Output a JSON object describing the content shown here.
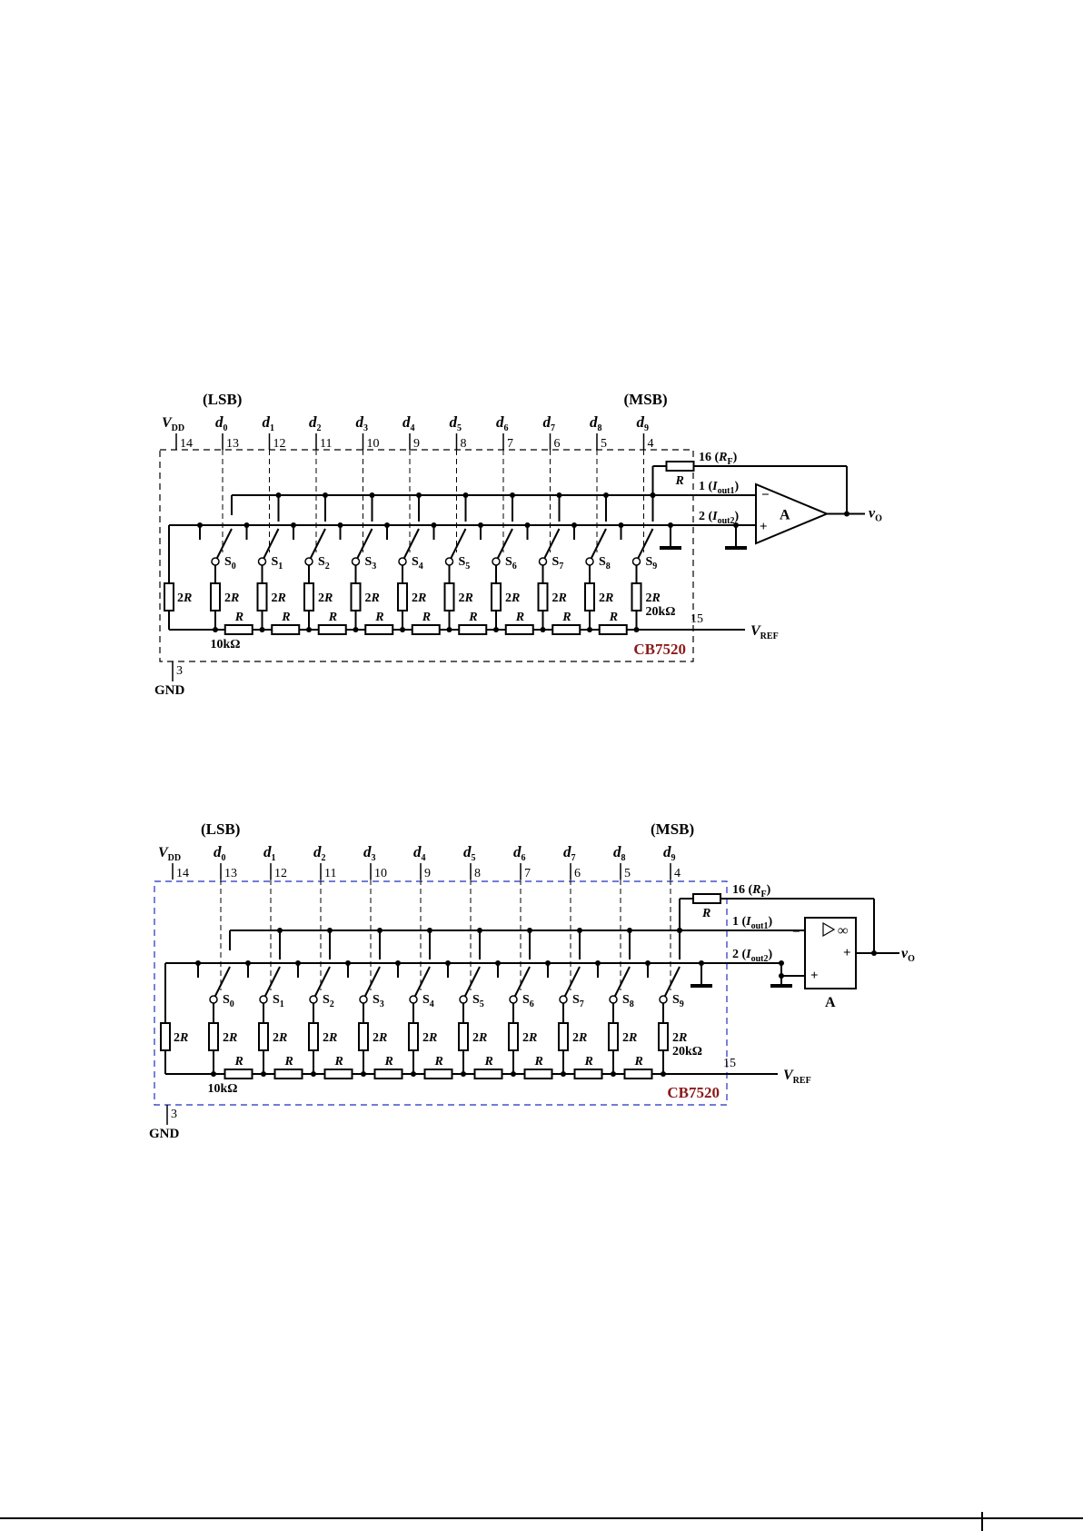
{
  "diagrams": [
    {
      "lsb": "(LSB)",
      "msb": "(MSB)",
      "vdd_main": "V",
      "vdd_sub": "DD",
      "bits": [
        {
          "d": "d",
          "sub": "0",
          "pin": "13",
          "switch": "S",
          "ssub": "0"
        },
        {
          "d": "d",
          "sub": "1",
          "pin": "12",
          "switch": "S",
          "ssub": "1"
        },
        {
          "d": "d",
          "sub": "2",
          "pin": "11",
          "switch": "S",
          "ssub": "2"
        },
        {
          "d": "d",
          "sub": "3",
          "pin": "10",
          "switch": "S",
          "ssub": "3"
        },
        {
          "d": "d",
          "sub": "4",
          "pin": "9",
          "switch": "S",
          "ssub": "4"
        },
        {
          "d": "d",
          "sub": "5",
          "pin": "8",
          "switch": "S",
          "ssub": "5"
        },
        {
          "d": "d",
          "sub": "6",
          "pin": "7",
          "switch": "S",
          "ssub": "6"
        },
        {
          "d": "d",
          "sub": "7",
          "pin": "6",
          "switch": "S",
          "ssub": "7"
        },
        {
          "d": "d",
          "sub": "8",
          "pin": "5",
          "switch": "S",
          "ssub": "8"
        },
        {
          "d": "d",
          "sub": "9",
          "pin": "4",
          "switch": "S",
          "ssub": "9"
        }
      ],
      "pin_vdd": "14",
      "pin_gnd": "3",
      "gnd_label": "GND",
      "pin_rf": "16 (",
      "rf_main": "R",
      "rf_sub": "F",
      "pin_iout1": "1 (",
      "iout1_main": "I",
      "iout1_sub": "out1",
      "pin_iout2": "2 (",
      "iout2_main": "I",
      "iout2_sub": "out2",
      "close_paren": ")",
      "pin_vref": "15",
      "vref_main": "V",
      "vref_sub": "REF",
      "vo_main": "v",
      "vo_sub": "O",
      "r_label": "R",
      "two_r_num": "2",
      "r_10k": "10kΩ",
      "r_20k": "20kΩ",
      "amp_label": "A",
      "minus": "−",
      "plus": "+",
      "infinity": "∞",
      "chip": "CB7520",
      "border_color": "#000000"
    },
    {
      "chip": "CB7520",
      "border_color": "#1f2fbf"
    }
  ]
}
